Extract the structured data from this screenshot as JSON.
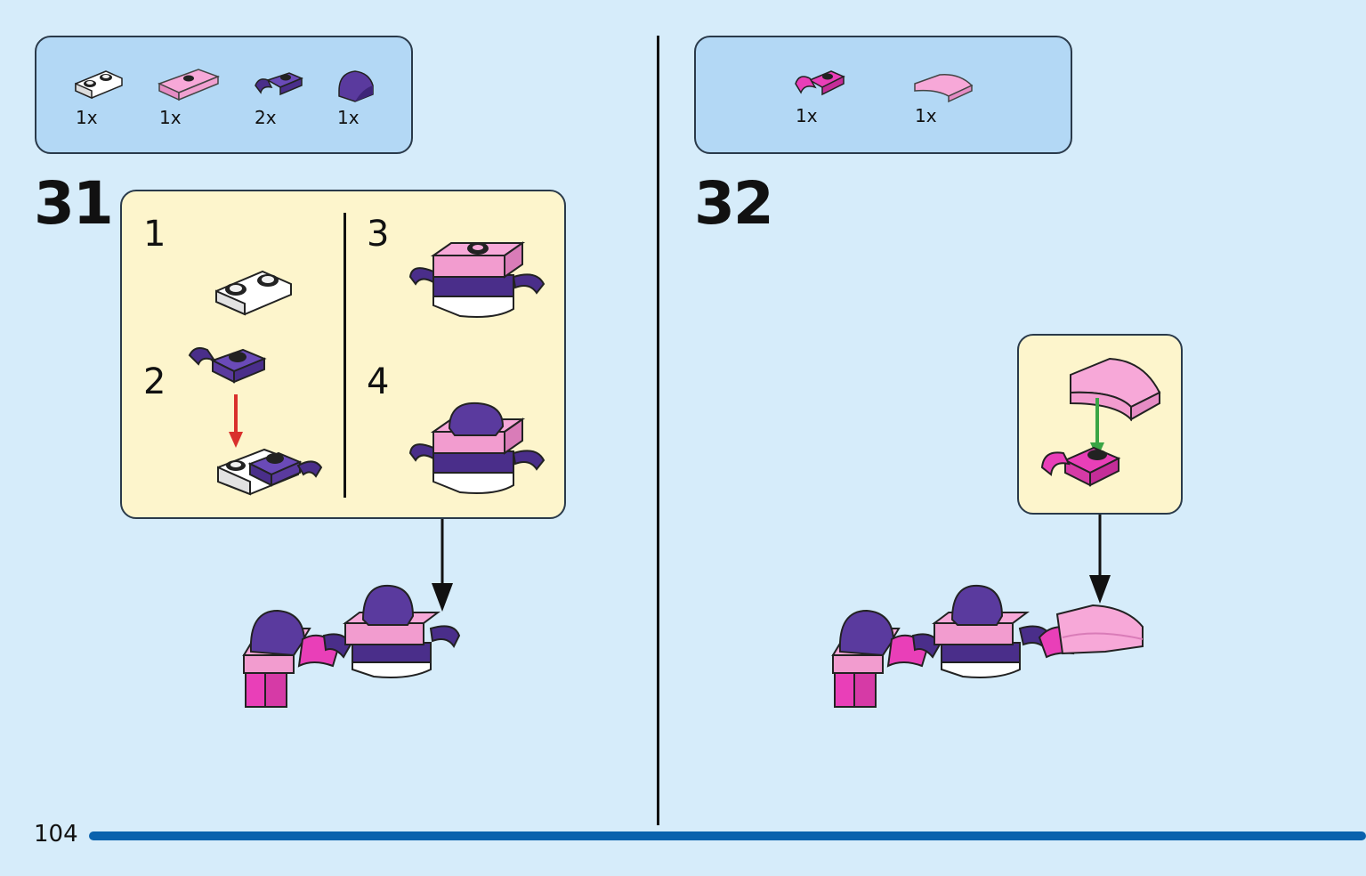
{
  "page_number": "104",
  "steps": [
    {
      "number": "31",
      "parts": [
        {
          "qty": "1x",
          "icon": "white-double-stud-plate-icon",
          "color": "#ffffff"
        },
        {
          "qty": "1x",
          "icon": "pink-jumper-plate-icon",
          "color": "#f7a8d8"
        },
        {
          "qty": "2x",
          "icon": "purple-clip-plate-icon",
          "color": "#5a3a9e"
        },
        {
          "qty": "1x",
          "icon": "purple-curved-slope-icon",
          "color": "#5a3a9e"
        }
      ],
      "substeps": [
        "1",
        "2",
        "3",
        "4"
      ]
    },
    {
      "number": "32",
      "parts": [
        {
          "qty": "1x",
          "icon": "magenta-clip-plate-icon",
          "color": "#e93fb8"
        },
        {
          "qty": "1x",
          "icon": "pink-curved-slope-icon",
          "color": "#f7a8d8"
        }
      ]
    }
  ],
  "colors": {
    "background": "#d6ecfa",
    "parts_box": "#b3d8f5",
    "substep_box": "#fdf5cc",
    "bar": "#0b62ad",
    "arrow_red": "#d9302c",
    "arrow_green": "#3aa545"
  }
}
